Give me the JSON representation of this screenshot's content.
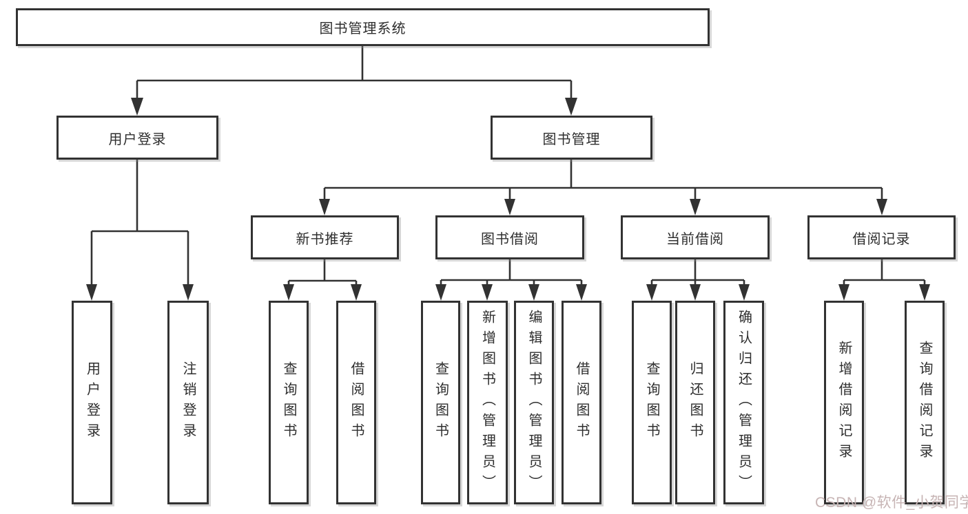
{
  "tree": {
    "root": "图书管理系统",
    "branches": [
      {
        "label": "用户登录",
        "children": [
          "用户登录",
          "注销登录"
        ]
      },
      {
        "label": "图书管理",
        "sections": [
          {
            "label": "新书推荐",
            "children": [
              "查询图书",
              "借阅图书"
            ]
          },
          {
            "label": "图书借阅",
            "children": [
              "查询图书",
              "新增图书（管理员）",
              "编辑图书（管理员）",
              "借阅图书"
            ]
          },
          {
            "label": "当前借阅",
            "children": [
              "查询图书",
              "归还图书",
              "确认归还（管理员）"
            ]
          },
          {
            "label": "借阅记录",
            "children": [
              "新增借阅记录",
              "查询借阅记录"
            ]
          }
        ]
      }
    ]
  },
  "watermark": "CSDN @软件_小贺同学",
  "colors": {
    "line": "#323232",
    "box_border": "#323232",
    "text": "#2e2e2e",
    "watermark": "#c7b4b4",
    "background": "#ffffff"
  }
}
